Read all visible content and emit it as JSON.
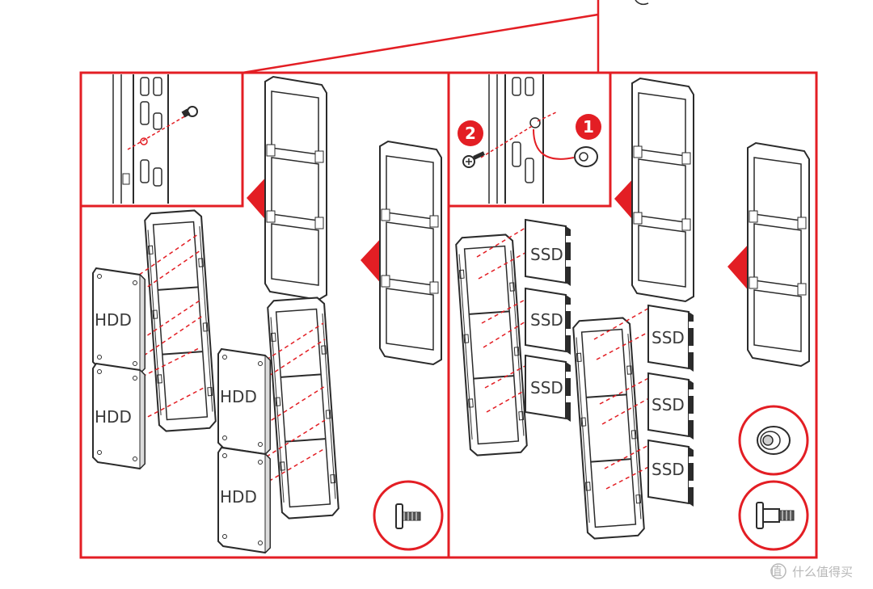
{
  "colors": {
    "accent": "#e31e24",
    "line": "#2b2b2b",
    "panel": "#ffffff"
  },
  "left_panel": {
    "drive_label": "HDD",
    "icons": [
      "pc-case-rear-detail-icon",
      "drive-cage-bracket-icon",
      "hdd-drive-icon",
      "screw-icon"
    ]
  },
  "right_panel": {
    "drive_label": "SSD",
    "steps": [
      "1",
      "2"
    ],
    "icons": [
      "pc-case-rear-detail-icon",
      "drive-cage-bracket-icon",
      "ssd-drive-icon",
      "rubber-grommet-icon",
      "shoulder-screw-icon"
    ]
  },
  "watermark": {
    "text": "什么值得买"
  }
}
